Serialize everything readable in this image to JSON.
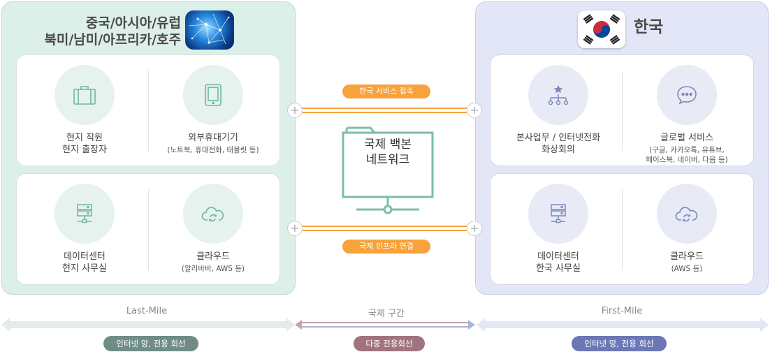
{
  "left_region": {
    "title_line1": "중국/아시아/유럽",
    "title_line2": "북미/남미/아프리카/호주",
    "top_card": {
      "item1": {
        "line1": "현지 직원",
        "line2": "현지 출장자",
        "icon": "briefcase-icon"
      },
      "item2": {
        "line1": "외부휴대기기",
        "sub": "(노트북, 휴대전화, 태블릿 등)",
        "icon": "tablet-icon"
      }
    },
    "bottom_card": {
      "item1": {
        "line1": "데이터센터",
        "line2": "현지 사무실",
        "icon": "server-icon"
      },
      "item2": {
        "line1": "클라우드",
        "sub": "(알리바바, AWS 등)",
        "icon": "cloud-sync-icon"
      }
    }
  },
  "right_region": {
    "title": "한국",
    "top_card": {
      "item1": {
        "line1": "본사업무 / 인터넷전화",
        "line2": "화상회의",
        "icon": "org-chart-icon"
      },
      "item2": {
        "line1": "글로벌 서비스",
        "sub1": "(구글, 카카오톡, 유튜브,",
        "sub2": "페이스북, 네이버, 다음 등)",
        "icon": "chat-bubble-icon"
      }
    },
    "bottom_card": {
      "item1": {
        "line1": "데이터센터",
        "line2": "한국 사무실",
        "icon": "server-icon"
      },
      "item2": {
        "line1": "클라우드",
        "sub": "(AWS 등)",
        "icon": "cloud-sync-icon"
      }
    }
  },
  "center": {
    "monitor_line1": "국제 백본",
    "monitor_line2": "네트워크",
    "top_link_label": "한국 서비스 접속",
    "bottom_link_label": "국제 인프라 연결"
  },
  "bottom": {
    "left_label": "Last-Mile",
    "left_pill": "인터넷 망, 전용 회선",
    "center_label": "국제 구간",
    "center_pill": "다중 전용회선",
    "right_label": "First-Mile",
    "right_pill": "인터넷 망, 전용 회선"
  },
  "colors": {
    "left_panel": "#dcefe8",
    "right_panel": "#e3e6f6",
    "accent_green": "#6fb5a4",
    "accent_blue": "#7d88b8",
    "link_orange": "#f7a13d",
    "left_pill": "#6f8d86",
    "center_pill": "#a0737f",
    "right_pill": "#6b78b5"
  }
}
